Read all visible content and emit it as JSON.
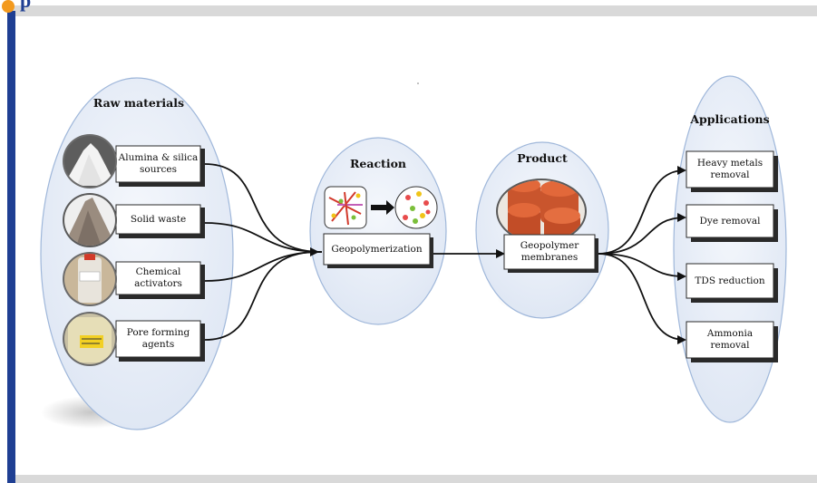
{
  "header": {
    "corner_glyph": "p"
  },
  "groups": {
    "raw": {
      "title": "Raw materials"
    },
    "reaction": {
      "title": "Reaction"
    },
    "product": {
      "title": "Product"
    },
    "applications": {
      "title": "Applications"
    }
  },
  "raw_materials": [
    {
      "line1": "Alumina & silica",
      "line2": "sources",
      "image": "white-powder"
    },
    {
      "line1": "Solid waste",
      "line2": "",
      "image": "ash-pile"
    },
    {
      "line1": "Chemical",
      "line2": "activators",
      "image": "reagent-bottle"
    },
    {
      "line1": "Pore forming",
      "line2": "agents",
      "image": "warning-bottle"
    }
  ],
  "reaction": {
    "box": "Geopolymerization",
    "image": "molecular-network"
  },
  "product": {
    "line1": "Geopolymer",
    "line2": "membranes",
    "image": "orange-membrane-discs"
  },
  "applications": [
    {
      "line1": "Heavy metals",
      "line2": "removal"
    },
    {
      "line1": "Dye removal",
      "line2": ""
    },
    {
      "line1": "TDS reduction",
      "line2": ""
    },
    {
      "line1": "Ammonia",
      "line2": "removal"
    }
  ],
  "colors": {
    "frame_blue": "#1f3f93",
    "accent_orange": "#f39a1e",
    "ellipse_fill": "#e8eef8",
    "ellipse_stroke": "#9fb7da",
    "box_shadow": "#2a2a2a",
    "membrane_orange": "#e2683a"
  }
}
